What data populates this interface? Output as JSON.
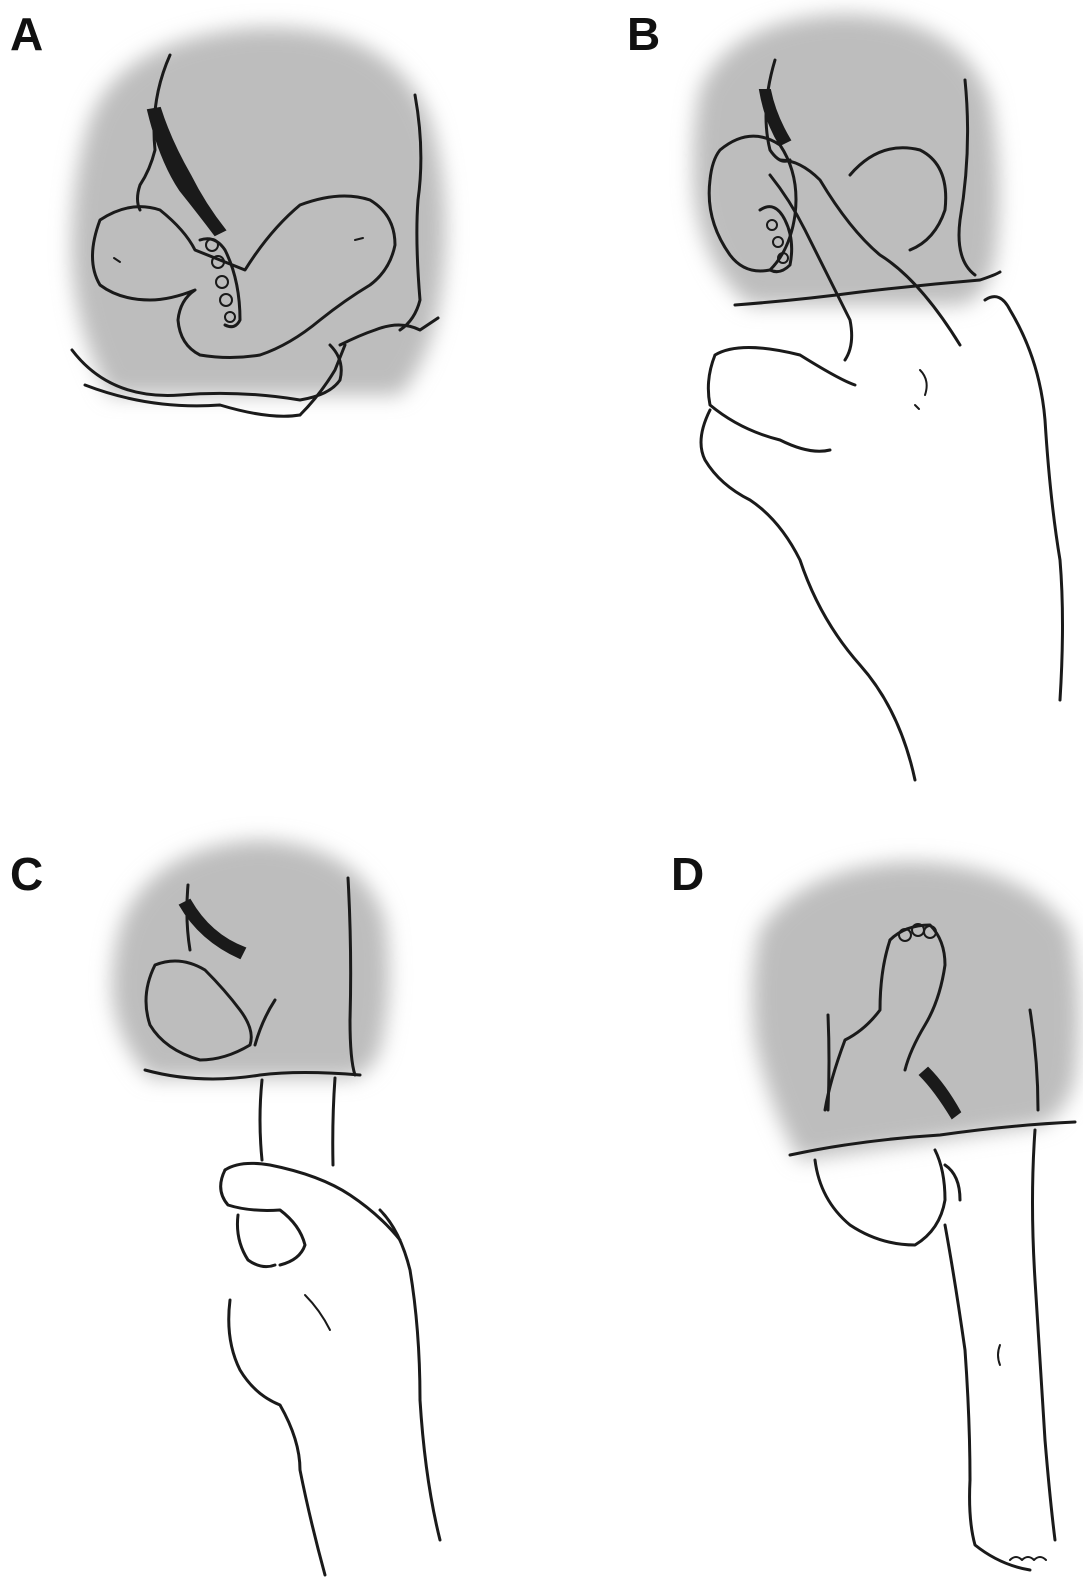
{
  "figure": {
    "panels": [
      {
        "label": "A",
        "description_key": "frank-breech"
      },
      {
        "label": "B",
        "description_key": "hand-on-leg"
      },
      {
        "label": "C",
        "description_key": "foot-grasped"
      },
      {
        "label": "D",
        "description_key": "leg-delivered"
      }
    ]
  },
  "colors": {
    "shading": "#bdbdbd",
    "ink": "#1a1a1a",
    "background": "#ffffff"
  }
}
